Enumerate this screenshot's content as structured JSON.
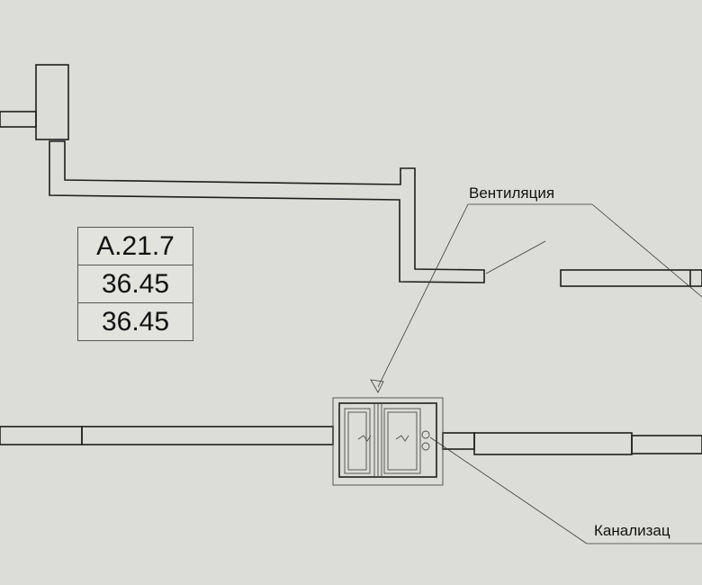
{
  "room": {
    "code": "А.21.7",
    "area_1": "36.45",
    "area_2": "36.45"
  },
  "annotations": {
    "ventilation": "Вентиляция",
    "sewage": "Канализац"
  }
}
